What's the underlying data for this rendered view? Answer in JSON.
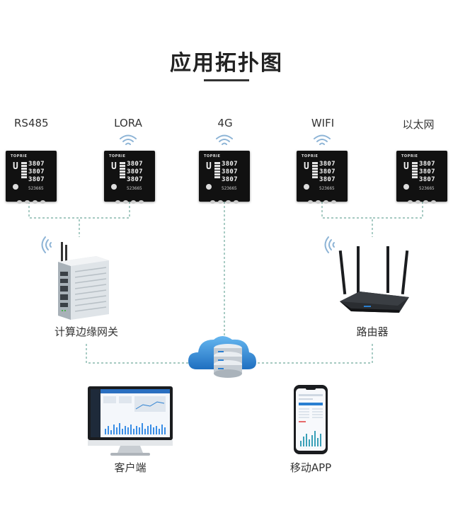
{
  "title": "应用拓扑图",
  "protocols": [
    "RS485",
    "LORA",
    "4G",
    "WIFI",
    "以太网"
  ],
  "meter": {
    "brand": "TOPRIE",
    "symbol": "U",
    "readings": [
      "3807",
      "3807",
      "3807"
    ],
    "energy": "523665"
  },
  "devices": {
    "gateway": "计算边缘网关",
    "router": "路由器",
    "client": "客户端",
    "mobile": "移动APP"
  },
  "colors": {
    "line": "#6fa99c",
    "wifi": "#8db4d6",
    "cloud": "#2a7fd1"
  }
}
